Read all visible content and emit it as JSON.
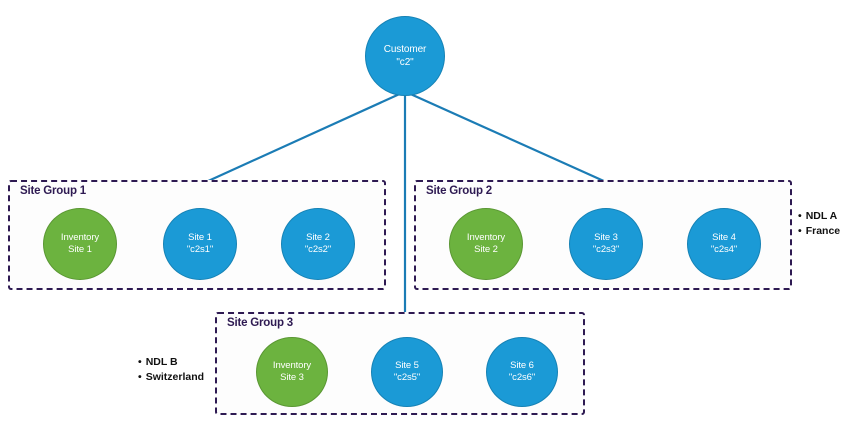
{
  "diagram": {
    "title_node": {
      "name": "Customer",
      "line1": "Customer",
      "line2": "\"c2\""
    },
    "groups": [
      {
        "label": "Site Group 1",
        "nodes": [
          {
            "line1": "Inventory",
            "line2": "Site 1",
            "kind": "green"
          },
          {
            "line1": "Site 1",
            "line2": "\"c2s1\"",
            "kind": "blue"
          },
          {
            "line1": "Site 2",
            "line2": "\"c2s2\"",
            "kind": "blue"
          }
        ]
      },
      {
        "label": "Site Group 2",
        "nodes": [
          {
            "line1": "Inventory",
            "line2": "Site 2",
            "kind": "green"
          },
          {
            "line1": "Site 3",
            "line2": "\"c2s3\"",
            "kind": "blue"
          },
          {
            "line1": "Site 4",
            "line2": "\"c2s4\"",
            "kind": "blue"
          }
        ]
      },
      {
        "label": "Site Group 3",
        "nodes": [
          {
            "line1": "Inventory",
            "line2": "Site 3",
            "kind": "green"
          },
          {
            "line1": "Site 5",
            "line2": "\"c2s5\"",
            "kind": "blue"
          },
          {
            "line1": "Site 6",
            "line2": "\"c2s6\"",
            "kind": "blue"
          }
        ]
      }
    ],
    "annotations": [
      {
        "name": "ndl-a-annotation",
        "lines": [
          "NDL A",
          "France"
        ]
      },
      {
        "name": "ndl-b-annotation",
        "lines": [
          "NDL B",
          "Switzerland"
        ]
      }
    ],
    "colors": {
      "blue": "#1b9ad6",
      "green": "#6cb33f",
      "group_border": "#2e1a52",
      "edge": "#1b7cb5",
      "background": "#ffffff"
    }
  }
}
